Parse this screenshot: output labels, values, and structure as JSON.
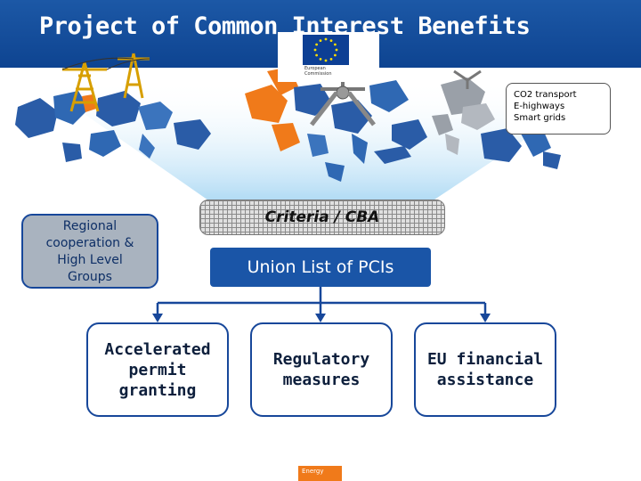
{
  "title": "Project of Common Interest Benefits",
  "legend": {
    "line1": "CO2 transport",
    "line2": "E-highways",
    "line3": "Smart grids"
  },
  "criteria": "Criteria / CBA",
  "union_list": "Union List of PCIs",
  "regional": {
    "line1": "Regional",
    "line2": "cooperation &",
    "line3": "High Level",
    "line4": "Groups"
  },
  "outcomes": {
    "permit": {
      "line1": "Accelerated",
      "line2": "permit",
      "line3": "granting"
    },
    "regulatory": {
      "line1": "Regulatory",
      "line2": "measures"
    },
    "financial": {
      "line1": "EU financial",
      "line2": "assistance"
    }
  },
  "logo": {
    "line1": "European",
    "line2": "Commission"
  },
  "footer": {
    "tag": "Energy"
  },
  "colors": {
    "title_bar": "#1a55a7",
    "orange_countries": "#f07a1a",
    "frame": "#17479a"
  }
}
